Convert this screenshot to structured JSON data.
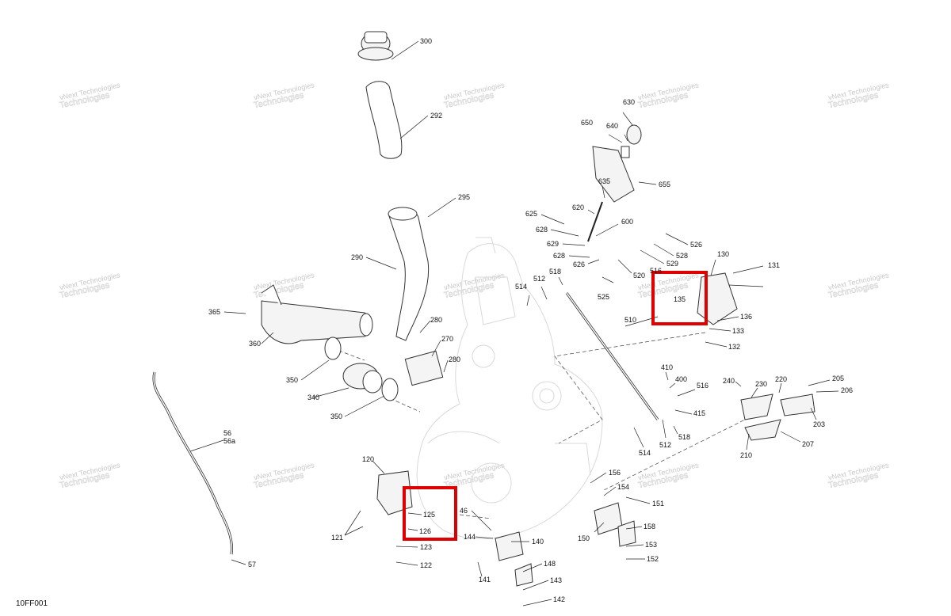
{
  "diagram_ref": "10FF001",
  "watermark": {
    "line1": "vNext Technologies",
    "line2": "Technologies"
  },
  "callouts": [
    "300",
    "292",
    "295",
    "290",
    "280",
    "270",
    "280b",
    "365",
    "360",
    "350",
    "340",
    "350b",
    "56",
    "56a",
    "57",
    "120",
    "125",
    "126",
    "121",
    "123",
    "122",
    "146",
    "144",
    "140",
    "141",
    "148",
    "143",
    "142",
    "156",
    "154",
    "151",
    "150",
    "158",
    "153",
    "152",
    "130",
    "131",
    "135",
    "136",
    "133",
    "132",
    "516",
    "650",
    "630",
    "640",
    "655",
    "635",
    "620",
    "625",
    "628",
    "629",
    "628b",
    "626",
    "600",
    "526",
    "528",
    "529",
    "520",
    "525",
    "514",
    "512",
    "518",
    "510",
    "410",
    "400",
    "516b",
    "415",
    "512b",
    "518b",
    "514b",
    "240",
    "230",
    "220",
    "205",
    "206",
    "203",
    "207",
    "210"
  ],
  "labels": {
    "300": "300",
    "292": "292",
    "295": "295",
    "290": "290",
    "280": "280",
    "270": "270",
    "280b": "280",
    "365": "365",
    "360": "360",
    "350": "350",
    "340": "340",
    "350b": "350",
    "56": "56",
    "56a": "56a",
    "57": "57",
    "120": "120",
    "125": "125",
    "126": "126",
    "121": "121",
    "123": "123",
    "122": "122",
    "146": "46",
    "144": "144",
    "140": "140",
    "141": "141",
    "148": "148",
    "143": "143",
    "142": "142",
    "156": "156",
    "154": "154",
    "151": "151",
    "150": "150",
    "158": "158",
    "153": "153",
    "152": "152",
    "130": "130",
    "131": "131",
    "135": "135",
    "136": "136",
    "133": "133",
    "132": "132",
    "516": "516",
    "650": "650",
    "630": "630",
    "640": "640",
    "655": "655",
    "635": "635",
    "620": "620",
    "625": "625",
    "628": "628",
    "629": "629",
    "628b": "628",
    "626": "626",
    "600": "600",
    "526": "526",
    "528": "528",
    "529": "529",
    "520": "520",
    "525": "525",
    "514": "514",
    "512": "512",
    "518": "518",
    "510": "510",
    "410": "410",
    "400": "400",
    "516b": "516",
    "415": "415",
    "512b": "512",
    "518b": "518",
    "514b": "514",
    "240": "240",
    "230": "230",
    "220": "220",
    "205": "205",
    "206": "206",
    "203": "203",
    "207": "207",
    "210": "210"
  },
  "colors": {
    "highlight": "#e00000",
    "line": "#222222",
    "ghost": "#d9d9d9"
  }
}
